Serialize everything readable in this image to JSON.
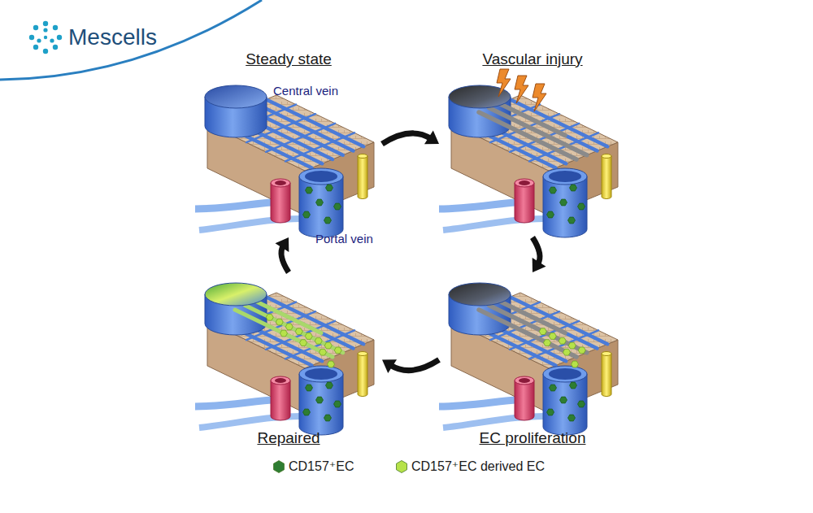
{
  "diagram": {
    "nodes": [
      {
        "text": [
          "Steady state"
        ]
      },
      {
        "text": [
          "Vascular injury"
        ]
      },
      {
        "text": [
          "EC proliferation"
        ]
      },
      {
        "text": [
          "Repaired"
        ]
      }
    ],
    "edges": [
      {
        "from": 0,
        "to": 1,
        "arrow": "to"
      },
      {
        "from": 1,
        "to": 2,
        "arrow": "to"
      },
      {
        "from": 2,
        "to": 3,
        "arrow": "to"
      },
      {
        "from": 3,
        "to": 0,
        "arrow": "to"
      }
    ],
    "labels": [
      "Mescells",
      "Central vein",
      "Portal vein"
    ],
    "legend": [
      {
        "text": "CD157⁺EC",
        "color": "#2e7d32"
      },
      {
        "text": "CD157⁺EC derived EC",
        "color": "#b6e24a"
      }
    ]
  }
}
